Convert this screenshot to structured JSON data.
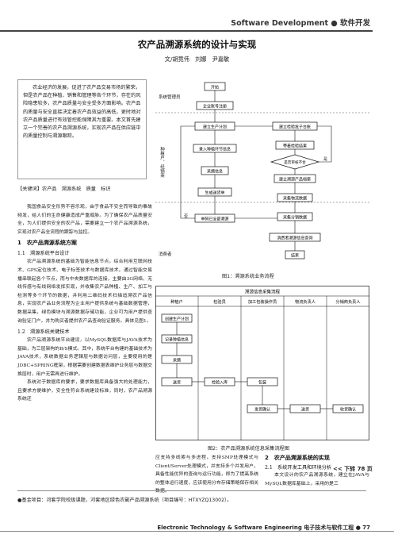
{
  "header": {
    "text": "Software Development ● 软件开发"
  },
  "title": "农产品溯源系统的设计与实现",
  "authors": "文/胡竟伟　刘娜　尹嘉敏",
  "abstract": "农业经济的发展，促进了农产品交易市场的繁荣，但是农产品在种植、销售和管理等各个环节，存在的风险隐患较多，农产品质量与安全受多方面影响。农产品的质量与安全直接决定着农产品效益的高低，更时地对农产品质量进行有效管控能保障其为重要。本文首先建立一个完善的农产品溯源系统，实现农产品在供应链中的质量控制与溯源跟踪。",
  "keywords": "【关键词】农产品　溯源系统　质量　标识",
  "col1": {
    "intro": "我国食品安全形势不容乐观，由于食品不安全而导致的事故频发，给人们的生命健康造成严重威胁。为了确保农产品质量安全，为人们提供安全的农产品，需要建立一个农产品溯源系统，实现对农产品全流程的跟踪与监控。",
    "sec1": "1　农产品溯源系统方案",
    "sub11": "1.1　溯源系统平台设计",
    "p11": "农产品溯源系统的基础为智能信息节点，综合利用互联网技术、GPS定位技术、电子标签技术与数据库技术。通过智能交易播串联起各个节点，而与中央数据库的连接，主要由3G网络、无线传感与有线网络发挥实现，并收集农产品种植、生产、加工与检测等多个环节的数据，并利用二维码技术扫描追溯农产品信息，实现农产品业务流程为企业用户提供系统与基础数据管理，数据采集，绿色模块与溯源数据存储功能，企业可为用户提供查询验证门户，并为购买者提供农产品查询验证服务。具体见图1。",
    "sub12": "1.2　溯源系统关键技术",
    "p12": "农产品溯源系统平台建设，以MySQL数据库与JAVA技术为基础，为三层架构的B/S模式。其中，系统平台构建的基础技术为JAVA技术，系统数据业务逻辑层与数据访问层，主要使用的是JDBC+SPRING框架，根据需要创建数据表维护业务层与数据交换层时，用户无需再进行维护。",
    "p13": "系统对于数据库的要求，要求数据库具备强大的处理能力，且要求方便维护，安全性符合系统建设标准，同时，农产品溯源系统还"
  },
  "col2": "应支持多线索与多进程，支持SMP处理模式与Client/Server处理模式，并支持多个并发用户，具备性能优异的查询与运行功能，即为了提高系统的整体运行速度，应该使用分布存储策略保存相关数据。",
  "col3": {
    "sec2": "2　农产品溯源系统的实现",
    "sub21": "2.1　系统开发工具和环境分析",
    "p21": "本文设计的农产品溯源系统，建立在JAVA与MySQL数据库基础上，采用的是三"
  },
  "more": "<< 下转 78 页",
  "fig1": {
    "caption": "图1：溯源系统业务流程",
    "left_labels": {
      "top": "系统管理员",
      "mid": "种植户、经销商",
      "bottom": "消费者"
    },
    "nodes": {
      "start": "开始",
      "login": "企业账号注册",
      "create": "建立生产计划",
      "record": "录入种植环节信息",
      "harvest": "采摘信息",
      "generate": "生成送货单",
      "query": "单码已全部溯源",
      "r1": "建立检验批子台账",
      "r2": "带着检验结果",
      "r3": "是否审核不合",
      "r4": "建立溯源产品档案",
      "r5": "采集物流数据",
      "r6": "采集分销数据",
      "r7": "消费者溯源信息查询",
      "end": "结束"
    },
    "yes": "是",
    "no": "否"
  },
  "fig2": {
    "caption": "图2：农产品溯源系统信息采集流程图",
    "title": "溯源信息采集流程",
    "columns": [
      "种植户",
      "检验员",
      "加工包装操作员",
      "物流负责人",
      "分销商负责人"
    ],
    "nodes": {
      "c1": "创建生产计划",
      "c2": "记录种植信息",
      "c3": "采摘",
      "c4": "送货",
      "c5": "检验入库",
      "c6": "包装",
      "c7": "发货确认",
      "c8": "送货",
      "c9": "收货确认"
    }
  },
  "footnote": "●基金项目：河套学院校级课题，河套地区绿色农副产品溯源系统（项目编号：HTXYZQ13002）。",
  "footer": "Electronic Technology & Software Engineering 电子技术与软件工程 ● 77"
}
